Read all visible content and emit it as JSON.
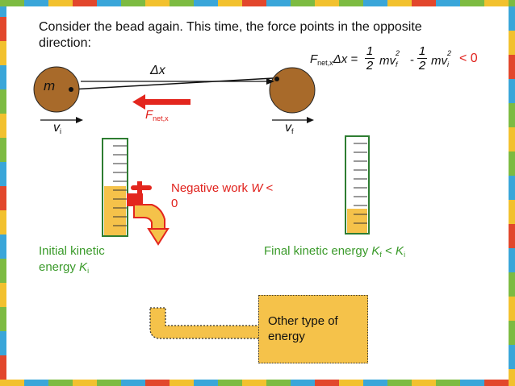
{
  "intro_line1": "Consider the bead again. This time, the force points in the opposite",
  "intro_line2": "direction:",
  "delta_x_label": "Δx",
  "mass_label": "m",
  "vi_main": "v",
  "vi_sub": "i",
  "vf_main": "v",
  "vf_sub": "f",
  "force_main": "F",
  "force_sub": "net,x",
  "equation": {
    "lhs_F": "F",
    "lhs_sub": "net,x",
    "lhs_dx": "Δx =",
    "frac1_num": "1",
    "frac1_den": "2",
    "term1": "mv",
    "term1_sub": "f",
    "term1_sup": "2",
    "minus": "-",
    "frac2_num": "1",
    "frac2_den": "2",
    "term2": "mv",
    "term2_sub": "i",
    "term2_sup": "2",
    "rhs": "< 0"
  },
  "negative_work_line1a": "Negative work ",
  "negative_work_w": "W",
  "negative_work_line1b": " <",
  "negative_work_line2": "0",
  "initial_line1": "Initial kinetic",
  "initial_line2a": "energy ",
  "initial_k": "K",
  "initial_sub": "i",
  "final_a": "Final kinetic energy ",
  "final_k1": "K",
  "final_sub1": "f",
  "final_lt": " < ",
  "final_k2": "K",
  "final_sub2": "i",
  "other_line1": "Other type of",
  "other_line2": "energy",
  "colors": {
    "red": "#e0201b",
    "green": "#3a9a2a",
    "fluid": "#f5c24a",
    "bead": "#a86a2a",
    "tap_red": "#e3261e",
    "border_green": "#7dbb42",
    "border_blue": "#3aa6d9",
    "border_yellow": "#f2c12e",
    "border_red": "#e2472c"
  }
}
